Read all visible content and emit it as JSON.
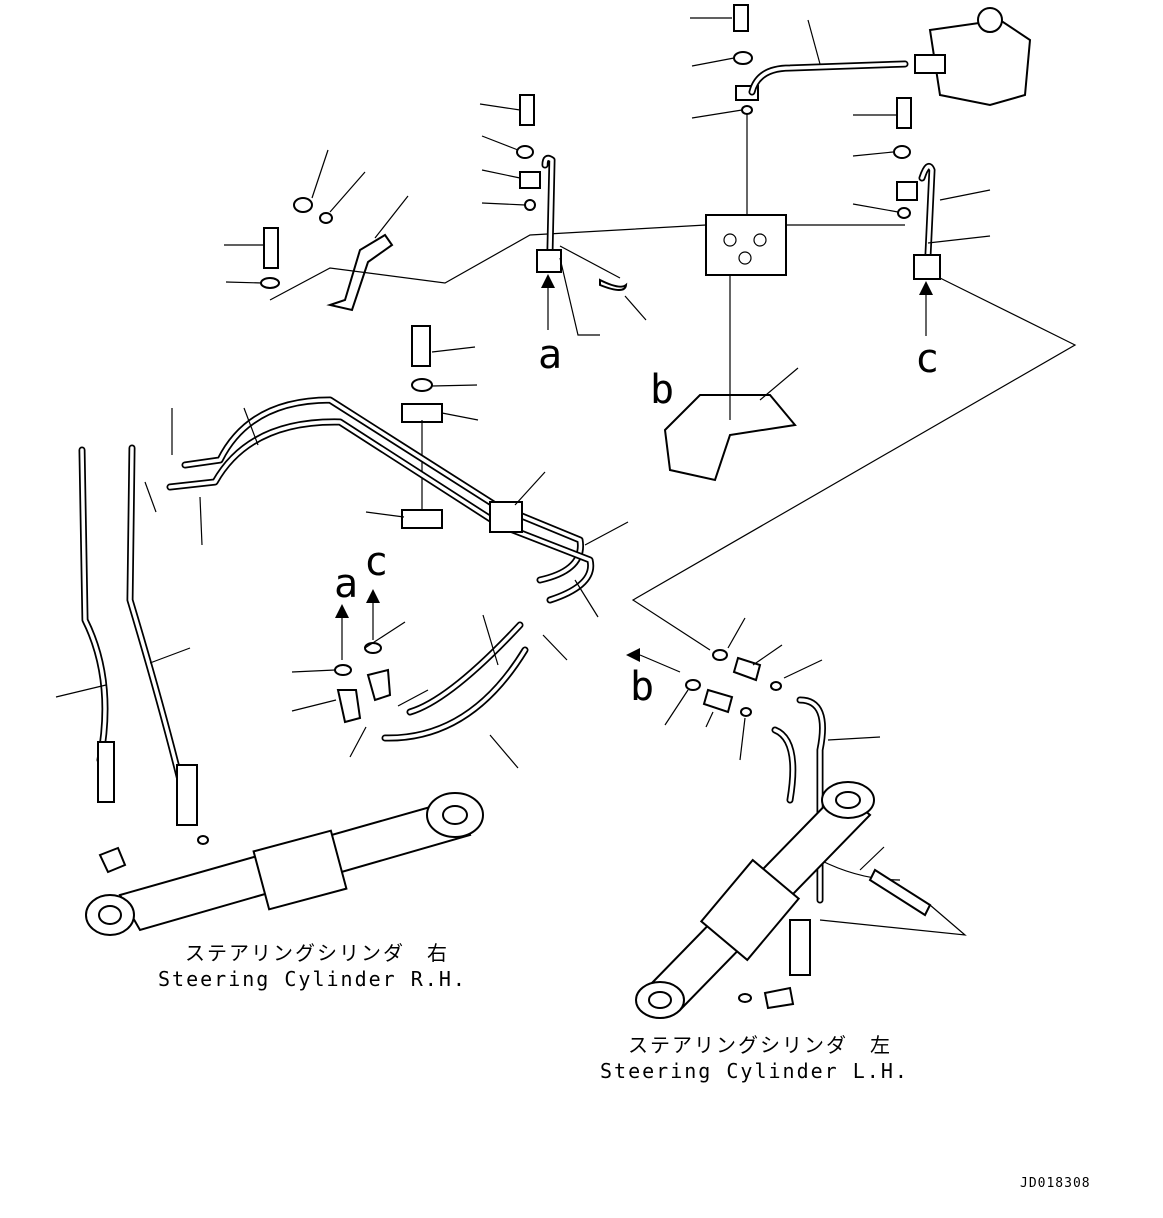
{
  "drawing_code": "JD018308",
  "ref_letters": {
    "a_top": "a",
    "b_top": "b",
    "c_top": "c",
    "a_mid": "a",
    "c_mid": "c",
    "b_right": "b"
  },
  "captions": {
    "right_cylinder_jp": "ステアリングシリンダ　右",
    "right_cylinder_en": "Steering Cylinder R.H.",
    "left_cylinder_jp": "ステアリングシリンダ　左",
    "left_cylinder_en": "Steering Cylinder L.H."
  }
}
